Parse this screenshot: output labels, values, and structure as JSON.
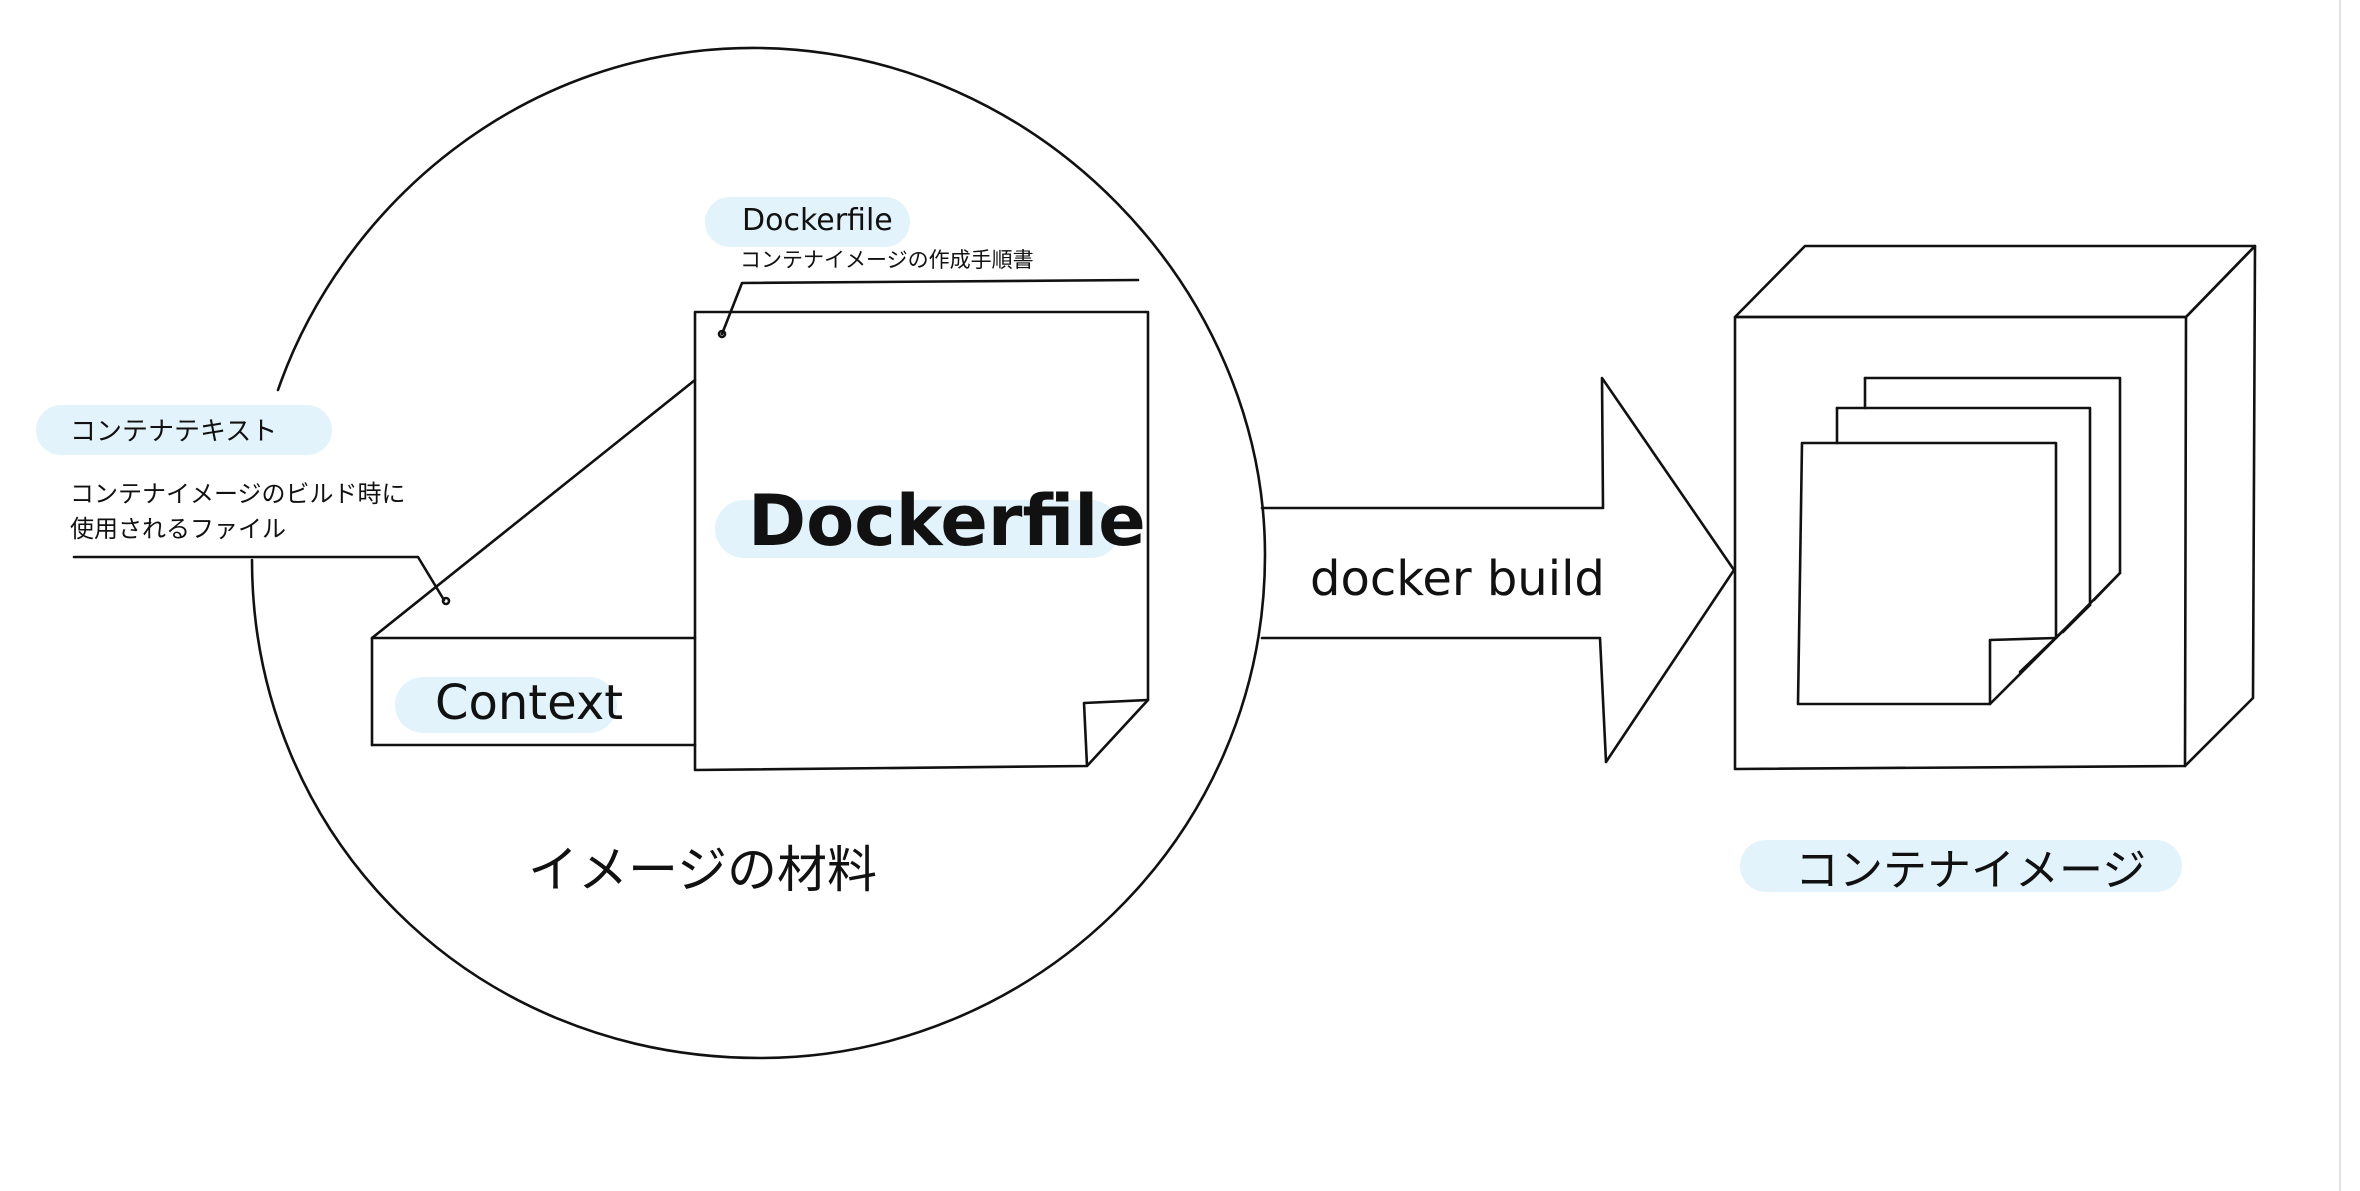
{
  "colors": {
    "ink": "#111111",
    "highlight": "#e2f3fb",
    "background": "#ffffff"
  },
  "labels": {
    "dockerfile_tag": "Dockerfile",
    "dockerfile_desc": "コンテナイメージの作成手順書",
    "context_tag": "コンテナテキスト",
    "context_desc_line1": "コンテナイメージのビルド時に",
    "context_desc_line2": "使用されるファイル",
    "dockerfile_main": "Dockerfile",
    "context_main": "Context",
    "materials_caption": "イメージの材料",
    "arrow_label": "docker build",
    "image_caption": "コンテナイメージ"
  }
}
